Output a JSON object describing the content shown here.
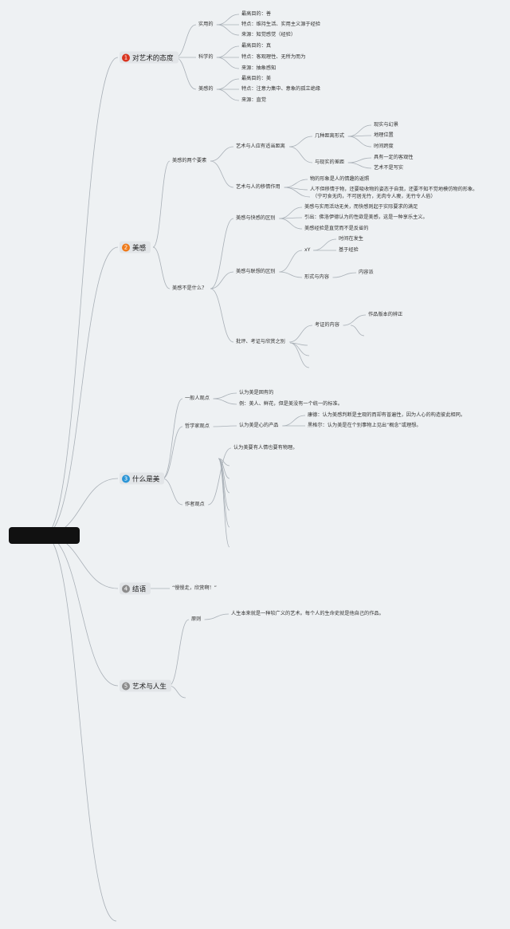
{
  "colors": {
    "background": "#eef1f3",
    "line": "#a9b0b7",
    "root": "#111111",
    "badge1": "#d9341f",
    "badge2": "#ef7a1a",
    "badge3": "#2b95d6",
    "badge4": "#8c8c8c",
    "badge5": "#8c8c8c"
  },
  "branches": [
    {
      "num": "1",
      "label": "对艺术的态度",
      "children": [
        {
          "label": "实用的",
          "children": [
            {
              "label": "最高目的：善"
            },
            {
              "label": "特点：维持生活、实用主义源于经验"
            },
            {
              "label": "来源：知觉感觉（经验）"
            }
          ]
        },
        {
          "label": "科学的",
          "children": [
            {
              "label": "最高目的：真"
            },
            {
              "label": "特点：客观理性、无所为而为"
            },
            {
              "label": "来源：抽象感知"
            }
          ]
        },
        {
          "label": "美感的",
          "children": [
            {
              "label": "最高目的：美"
            },
            {
              "label": "特点：注意力集中、意象的孤立绝缘"
            },
            {
              "label": "来源：直觉"
            }
          ]
        }
      ]
    },
    {
      "num": "2",
      "label": "美感",
      "children": [
        {
          "label": "美感的两个要素",
          "children": [
            {
              "label": "艺术与人应有适当距离",
              "children": [
                {
                  "label": "几种距离形式",
                  "children": [
                    {
                      "label": "现实与幻景"
                    },
                    {
                      "label": "地理位置"
                    },
                    {
                      "label": "时间跨度"
                    }
                  ]
                },
                {
                  "label": "与现实的差距",
                  "children": [
                    {
                      "label": "具有一定的客观性"
                    },
                    {
                      "label": "艺术不是写实"
                    }
                  ]
                }
              ]
            },
            {
              "label": "艺术与人的移情作用",
              "children": [
                {
                  "label": "物的形象是人的情趣的返照"
                },
                {
                  "label": "人不但移情于物，还要吸收物的姿态于自我，还要不知不觉地模仿物的形象。"
                },
                {
                  "label": "（宁可食无肉，不可居无竹，无肉令人瘦，无竹令人俗）"
                }
              ]
            }
          ]
        },
        {
          "label": "美感不是什么？",
          "children": [
            {
              "label": "美感与快感的区别",
              "children": [
                {
                  "label": "美感与实用活动无关，而快感则起于实际要求的满足"
                },
                {
                  "label": "引出：佛洛伊德认为的性欲是美感，这是一种享乐主义。"
                },
                {
                  "label": "美感经验是直觉而不是反省的"
                }
              ]
            },
            {
              "label": "美感与联想的区别",
              "children": [
                {
                  "label": "xY",
                  "children": [
                    {
                      "label": "时间在发生"
                    },
                    {
                      "label": "基于经验"
                    }
                  ]
                },
                {
                  "label": "形式与内容",
                  "children": [
                    {
                      "label": "内容派"
                    }
                  ]
                }
              ]
            },
            {
              "label": "批评、考证与欣赏之别",
              "children": [
                {
                  "label": "考证的内容",
                  "children": [
                    {
                      "label": "作品版本的辨正"
                    }
                  ]
                }
              ]
            }
          ]
        }
      ]
    },
    {
      "num": "3",
      "label": "什么是美",
      "children": [
        {
          "label": "一般人观点",
          "children": [
            {
              "label": "认为美是固有的"
            },
            {
              "label": "例：美人、鲜花，但是美没有一个统一的标准。"
            }
          ]
        },
        {
          "label": "哲学家观点",
          "children": [
            {
              "label": "认为美是心的产品",
              "children": [
                {
                  "label": "康德：认为美感判断是主观的而却有普遍性，因为人心的构造彼此相同。"
                },
                {
                  "label": "黑格尔：认为美是在个别事物上见出“概念”或理想。"
                }
              ]
            }
          ]
        },
        {
          "label": "作者观点",
          "children": [
            {
              "label": "认为美要有人情也要有物理。"
            }
          ]
        }
      ]
    },
    {
      "num": "4",
      "label": "结语",
      "children": [
        {
          "label": "“慢慢走，欣赏啊！”"
        }
      ]
    },
    {
      "num": "5",
      "label": "艺术与人生",
      "children": [
        {
          "label": "原则",
          "children": [
            {
              "label": "人生本来就是一种较广义的艺术。每个人的生命史就是他自己的作品。"
            }
          ]
        }
      ]
    }
  ]
}
